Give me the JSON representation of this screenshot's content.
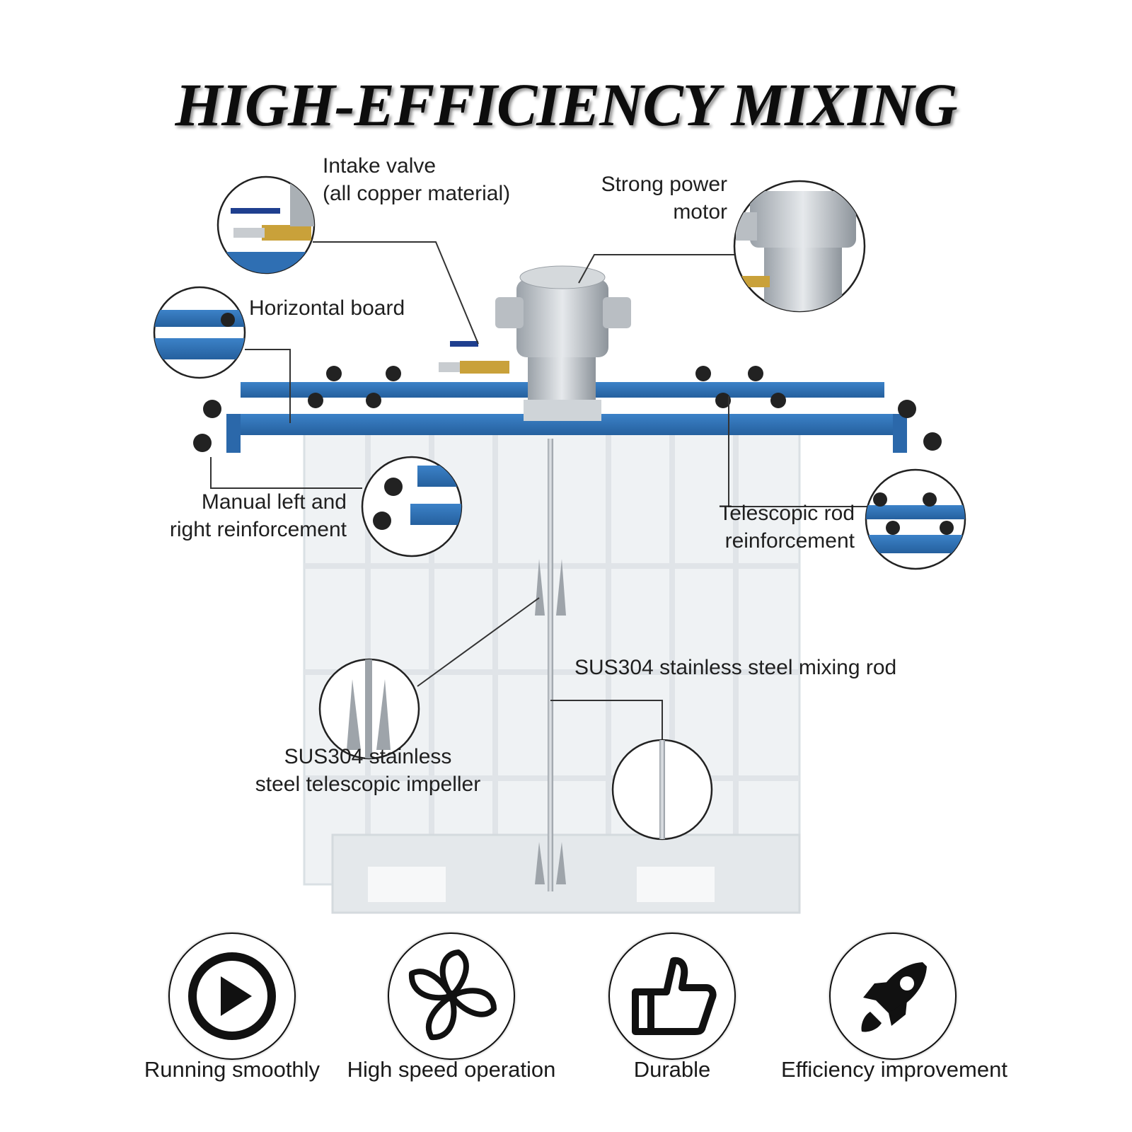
{
  "title": "HIGH-EFFICIENCY MIXING",
  "callouts": {
    "intake_valve": [
      "Intake valve",
      "(all copper material)"
    ],
    "motor": [
      "Strong power",
      "motor"
    ],
    "horizontal_board": [
      "Horizontal board"
    ],
    "manual_reinforcement": [
      "Manual left and",
      "right reinforcement"
    ],
    "telescopic_rod": [
      "Telescopic rod",
      "reinforcement"
    ],
    "mixing_rod": [
      "SUS304 stainless steel mixing rod"
    ],
    "impeller": [
      "SUS304 stainless",
      "steel telescopic impeller"
    ]
  },
  "features": [
    {
      "label": "Running smoothly",
      "icon": "play-icon"
    },
    {
      "label": "High speed operation",
      "icon": "fan-icon"
    },
    {
      "label": "Durable",
      "icon": "thumbs-up-icon"
    },
    {
      "label": "Efficiency improvement",
      "icon": "rocket-icon"
    }
  ],
  "colors": {
    "frame_blue": "#2f6fb3",
    "brass": "#c9a13a",
    "valve_handle": "#1f3f8f",
    "tank": "#eef1f3"
  }
}
